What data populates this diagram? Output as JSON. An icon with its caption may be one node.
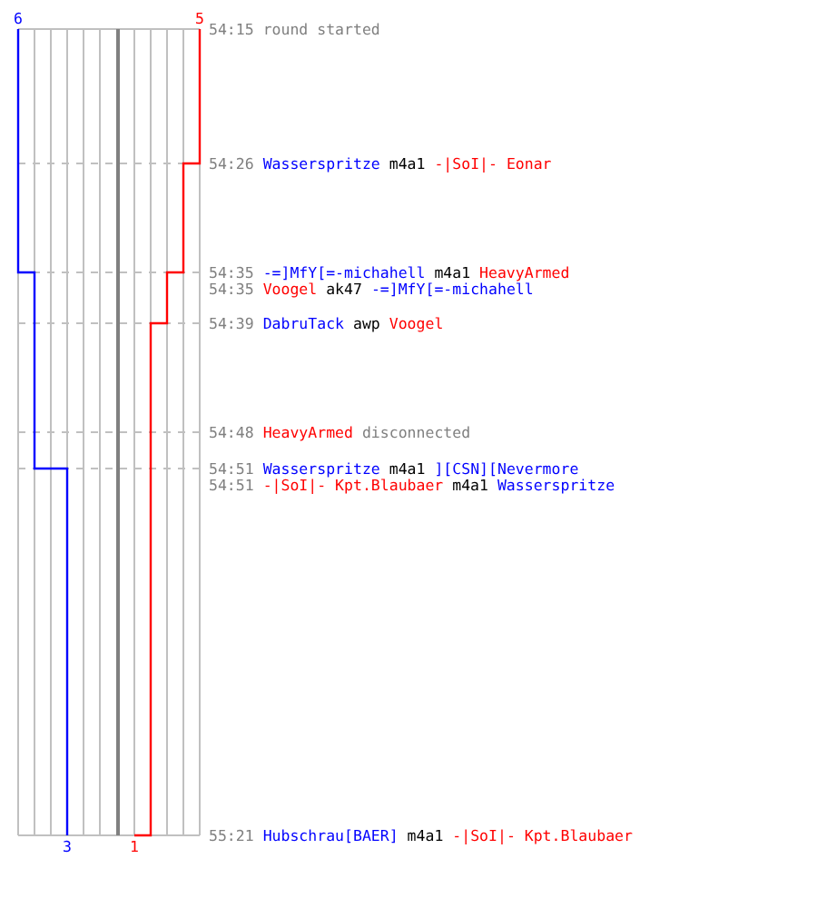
{
  "diagram": {
    "labels": [
      "6",
      "5",
      "54:15",
      "round started",
      "54:26",
      "Wasserspritze",
      "m4a1",
      "-|SoI|- Eonar",
      "54:35",
      "-=]MfY[=-michahell",
      "m4a1",
      "HeavyArmed",
      "54:35",
      "Voogel",
      "ak47",
      "-=]MfY[=-michahell",
      "54:39",
      "DabruTack",
      "awp",
      "Voogel",
      "54:48",
      "HeavyArmed",
      "disconnected",
      "54:51",
      "Wasserspritze",
      "m4a1",
      "][CSN][Nevermore",
      "54:51",
      "-|SoI|- Kpt.Blaubaer",
      "m4a1",
      "Wasserspritze",
      "55:21",
      "Hubschrau[BAER]",
      "m4a1",
      "-|SoI|- Kpt.Blaubaer",
      "3",
      "1"
    ]
  }
}
